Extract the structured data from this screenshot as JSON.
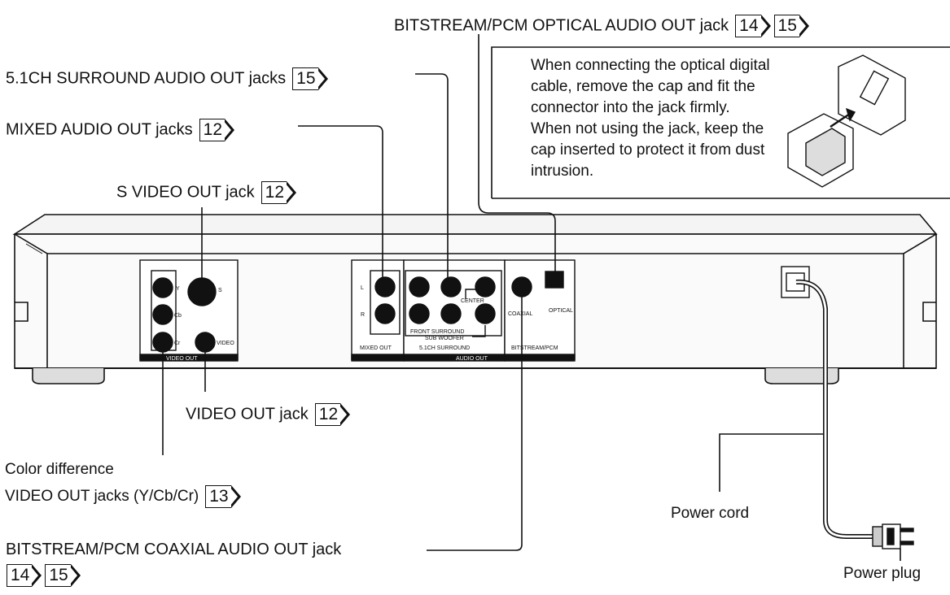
{
  "labels": {
    "optical": {
      "text": "BITSTREAM/PCM OPTICAL AUDIO OUT jack",
      "refs": [
        "14",
        "15"
      ]
    },
    "surround": {
      "text": "5.1CH SURROUND AUDIO OUT jacks",
      "refs": [
        "15"
      ]
    },
    "mixed": {
      "text": "MIXED AUDIO OUT jacks",
      "refs": [
        "12"
      ]
    },
    "svideo": {
      "text": "S VIDEO OUT jack",
      "refs": [
        "12"
      ]
    },
    "video": {
      "text": "VIDEO OUT jack",
      "refs": [
        "12"
      ]
    },
    "colordiff_line1": "Color difference",
    "colordiff_line2": {
      "text": "VIDEO OUT jacks (Y/Cb/Cr)",
      "refs": [
        "13"
      ]
    },
    "coaxial": {
      "text": "BITSTREAM/PCM COAXIAL AUDIO OUT jack",
      "refs": [
        "14",
        "15"
      ]
    },
    "power_cord": "Power cord",
    "power_plug": "Power plug"
  },
  "note": {
    "lines": [
      "When connecting the optical digital",
      "cable, remove the cap and fit the",
      "connector into the jack firmly.",
      "When not using the jack, keep the",
      "cap inserted to protect it from dust",
      "intrusion."
    ]
  },
  "panel_text": {
    "y": "Y",
    "cb": "Cb",
    "cr": "Cr",
    "s": "S",
    "video": "VIDEO",
    "video_out": "VIDEO OUT",
    "l": "L",
    "r": "R",
    "mixed_out": "MIXED OUT",
    "center": "CENTER",
    "front_surround": "FRONT SURROUND",
    "sub_woofer": "SUB WOOFER",
    "surround_51": "5.1CH SURROUND",
    "audio_out": "AUDIO OUT",
    "coaxial": "COAXIAL",
    "optical": "OPTICAL",
    "bitstream_pcm": "BITSTREAM/PCM"
  }
}
